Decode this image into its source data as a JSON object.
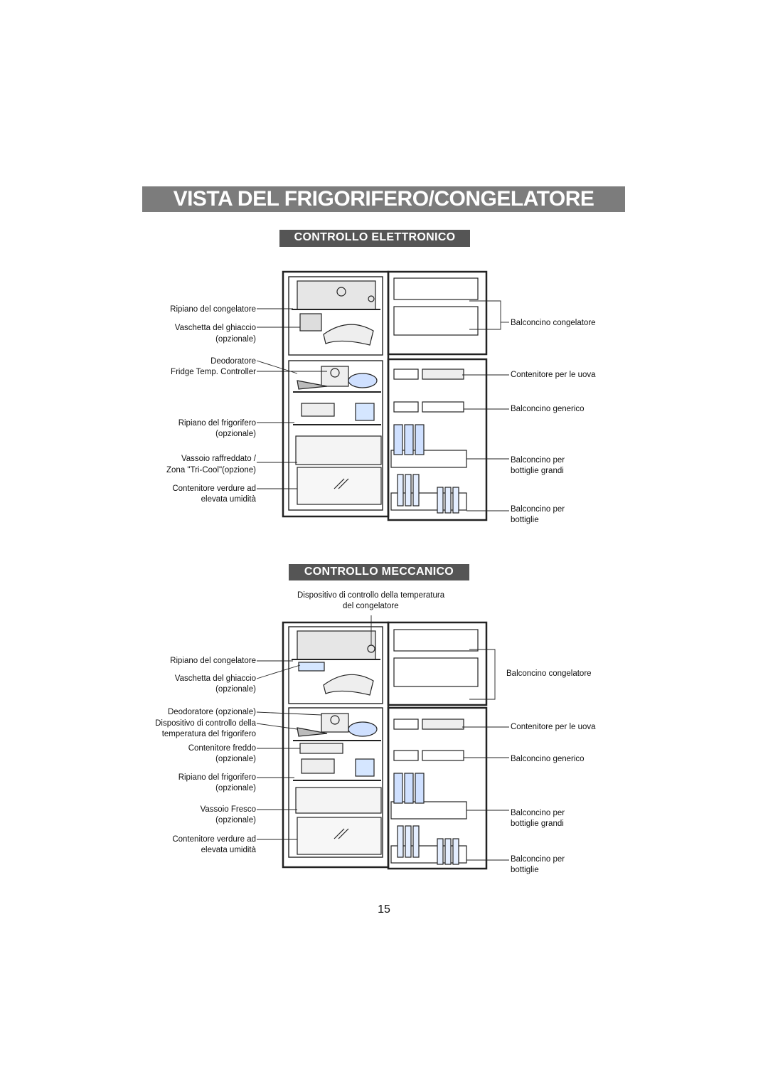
{
  "page": {
    "title": "VISTA DEL FRIGORIFERO/CONGELATORE",
    "page_number": "15"
  },
  "sections": {
    "electronic": {
      "heading": "CONTROLLO ELETTRONICO",
      "labels_left": [
        "Ripiano del congelatore",
        "Vaschetta del ghiaccio",
        "(opzionale)",
        "Deodoratore",
        "Fridge Temp. Controller",
        "Ripiano del frigorifero",
        "(opzionale)",
        "Vassoio raffreddato /",
        "Zona \"Tri-Cool\"(opzione)",
        "Contenitore verdure ad",
        "elevata umidità"
      ],
      "labels_right": [
        "Balconcino congelatore",
        "Contenitore per le uova",
        "Balconcino generico",
        "Balconcino per",
        "bottiglie grandi",
        "Balconcino per",
        "bottiglie"
      ]
    },
    "mechanical": {
      "heading": "CONTROLLO MECCANICO",
      "top_label": [
        "Dispositivo di controllo della temperatura",
        "del congelatore"
      ],
      "labels_left": [
        "Ripiano del congelatore",
        "Vaschetta del ghiaccio",
        "(opzionale)",
        "Deodoratore (opzionale)",
        "Dispositivo di controllo della",
        "temperatura del frigorifero",
        "Contenitore freddo",
        "(opzionale)",
        "Ripiano del frigorifero",
        "(opzionale)",
        "Vassoio Fresco",
        "(opzionale)",
        "Contenitore verdure ad",
        "elevata umidità"
      ],
      "labels_right": [
        "Balconcino congelatore",
        "Contenitore per le uova",
        "Balconcino generico",
        "Balconcino per",
        "bottiglie grandi",
        "Balconcino per",
        "bottiglie"
      ]
    }
  }
}
